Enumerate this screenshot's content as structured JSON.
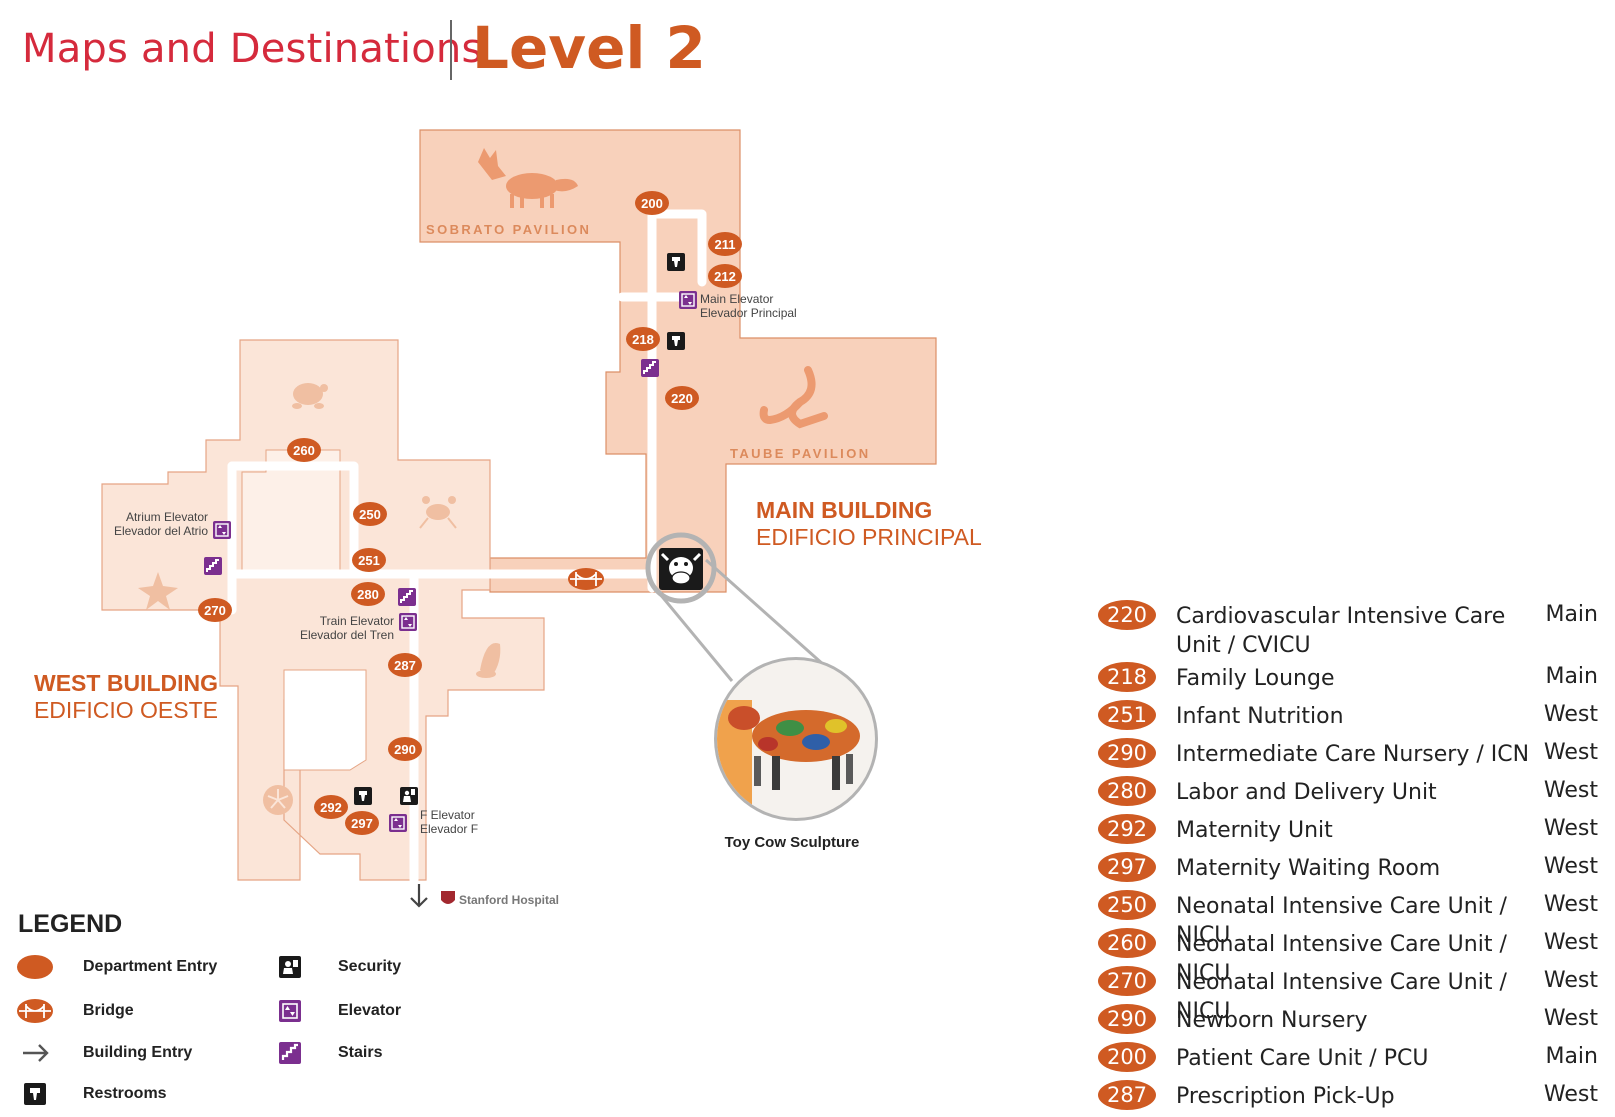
{
  "header": {
    "title": "Maps and Destinations",
    "level": "Level 2"
  },
  "colors": {
    "accent_red": "#d52a3c",
    "accent_orange": "#cf5a22",
    "main_building_fill": "#f8d1bb",
    "west_building_fill": "#fbe5d8",
    "animal_icon": "#ec9a70",
    "badge": "#cf5a22",
    "elevator_stairs": "#7b2f8f",
    "path": "#ffffff"
  },
  "map": {
    "sobrato_pavilion": "SOBRATO PAVILION",
    "taube_pavilion": "TAUBE PAVILION",
    "main_building": {
      "en": "MAIN BUILDING",
      "es": "EDIFICIO PRINCIPAL"
    },
    "west_building": {
      "en": "WEST BUILDING",
      "es": "EDIFICIO OESTE"
    },
    "elevators": {
      "main": {
        "en": "Main Elevator",
        "es": "Elevador Principal"
      },
      "atrium": {
        "en": "Atrium Elevator",
        "es": "Elevador del Atrio"
      },
      "train": {
        "en": "Train Elevator",
        "es": "Elevador del Tren"
      },
      "f": {
        "en": "F Elevator",
        "es": "Elevador F"
      }
    },
    "toy_cow_sculpture": "Toy Cow Sculpture",
    "stanford_hospital": "Stanford Hospital",
    "department_markers": {
      "d200": "200",
      "d211": "211",
      "d212": "212",
      "d218": "218",
      "d220": "220",
      "d260": "260",
      "d250": "250",
      "d251": "251",
      "d280": "280",
      "d270": "270",
      "d287": "287",
      "d290": "290",
      "d292": "292",
      "d297": "297"
    }
  },
  "legend": {
    "title": "LEGEND",
    "department_entry": "Department Entry",
    "bridge": "Bridge",
    "building_entry": "Building Entry",
    "restrooms": "Restrooms",
    "security": "Security",
    "elevator": "Elevator",
    "stairs": "Stairs"
  },
  "directory": [
    {
      "number": "220",
      "name": "Cardiovascular Intensive Care Unit / CVICU",
      "building": "Main"
    },
    {
      "number": "218",
      "name": "Family Lounge",
      "building": "Main"
    },
    {
      "number": "251",
      "name": "Infant Nutrition",
      "building": "West"
    },
    {
      "number": "290",
      "name": "Intermediate Care Nursery / ICN",
      "building": "West"
    },
    {
      "number": "280",
      "name": "Labor and Delivery Unit",
      "building": "West"
    },
    {
      "number": "292",
      "name": "Maternity Unit",
      "building": "West"
    },
    {
      "number": "297",
      "name": "Maternity Waiting Room",
      "building": "West"
    },
    {
      "number": "250",
      "name": "Neonatal Intensive Care Unit / NICU",
      "building": "West"
    },
    {
      "number": "260",
      "name": "Neonatal Intensive Care Unit / NICU",
      "building": "West"
    },
    {
      "number": "270",
      "name": "Neonatal Intensive Care Unit / NICU",
      "building": "West"
    },
    {
      "number": "290",
      "name": "Newborn Nursery",
      "building": "West"
    },
    {
      "number": "200",
      "name": "Patient Care Unit / PCU",
      "building": "Main"
    },
    {
      "number": "287",
      "name": "Prescription Pick-Up",
      "building": "West"
    }
  ]
}
